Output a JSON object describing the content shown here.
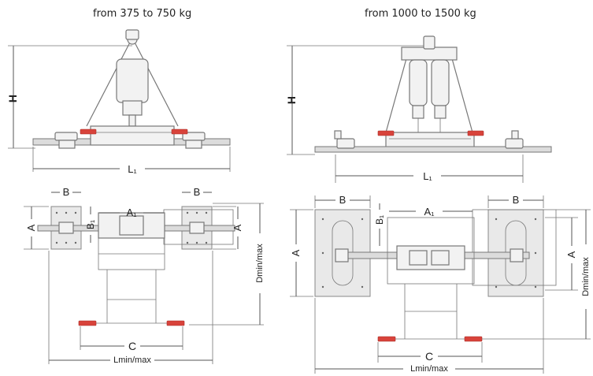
{
  "titles": {
    "left": "from 375 to 750 kg",
    "right": "from 1000 to 1500 kg"
  },
  "labels": {
    "H": "H",
    "L1": "L₁",
    "B": "B",
    "B1": "B₁",
    "A": "A",
    "A1": "A₁",
    "C": "C",
    "Dminmax": "Dmin/max",
    "Lminmax": "Lmin/max"
  },
  "colors": {
    "accent": "#d8433b",
    "line": "#777777"
  }
}
